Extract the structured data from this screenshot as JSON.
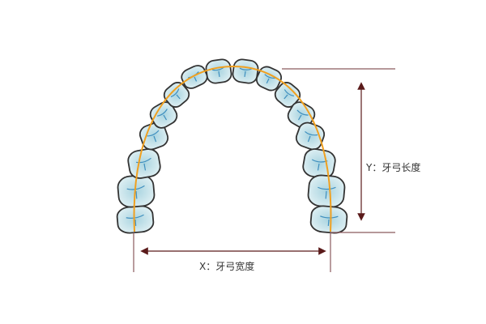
{
  "labels": {
    "y_label": "Y：牙弓长度",
    "x_label": "X：牙弓宽度"
  },
  "colors": {
    "tooth_fill": "#cfe8ee",
    "tooth_outline": "#333333",
    "arch_curve": "#f0a020",
    "groove": "#3f8fbf",
    "measure_line": "#8a5a5e",
    "arrow_head": "#5a1a1a"
  },
  "teeth_count": 16
}
